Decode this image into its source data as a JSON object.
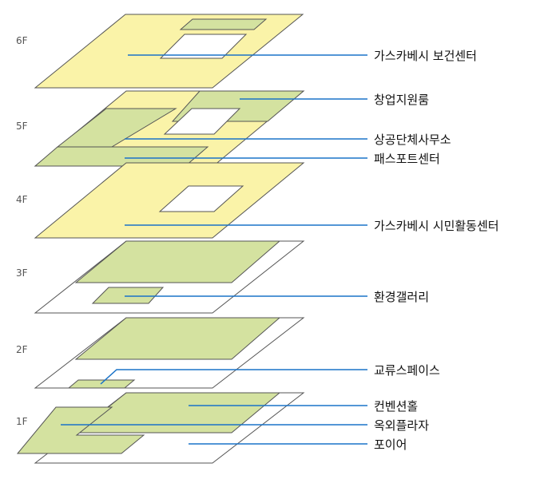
{
  "colors": {
    "yellow": "#faf3a8",
    "green": "#d4e2a0",
    "stroke": "#555555",
    "leader": "#1a73c8"
  },
  "floors": [
    {
      "id": "6f",
      "label": "6F"
    },
    {
      "id": "5f",
      "label": "5F"
    },
    {
      "id": "4f",
      "label": "4F"
    },
    {
      "id": "3f",
      "label": "3F"
    },
    {
      "id": "2f",
      "label": "2F"
    },
    {
      "id": "1f",
      "label": "1F"
    }
  ],
  "facilities": [
    {
      "id": "gaseuka-health-center",
      "label": "가스카베시 보건센터"
    },
    {
      "id": "startup-support-room",
      "label": "창업지원룸"
    },
    {
      "id": "chamber-of-commerce",
      "label": "상공단체사무소"
    },
    {
      "id": "passport-center",
      "label": "패스포트센터"
    },
    {
      "id": "citizen-activity-center",
      "label": "가스카베시 시민활동센터"
    },
    {
      "id": "environment-gallery",
      "label": "환경갤러리"
    },
    {
      "id": "exchange-space",
      "label": "교류스페이스"
    },
    {
      "id": "convention-hall",
      "label": "컨벤션홀"
    },
    {
      "id": "outdoor-plaza",
      "label": "옥외플라자"
    },
    {
      "id": "foyer",
      "label": "포이어"
    }
  ]
}
